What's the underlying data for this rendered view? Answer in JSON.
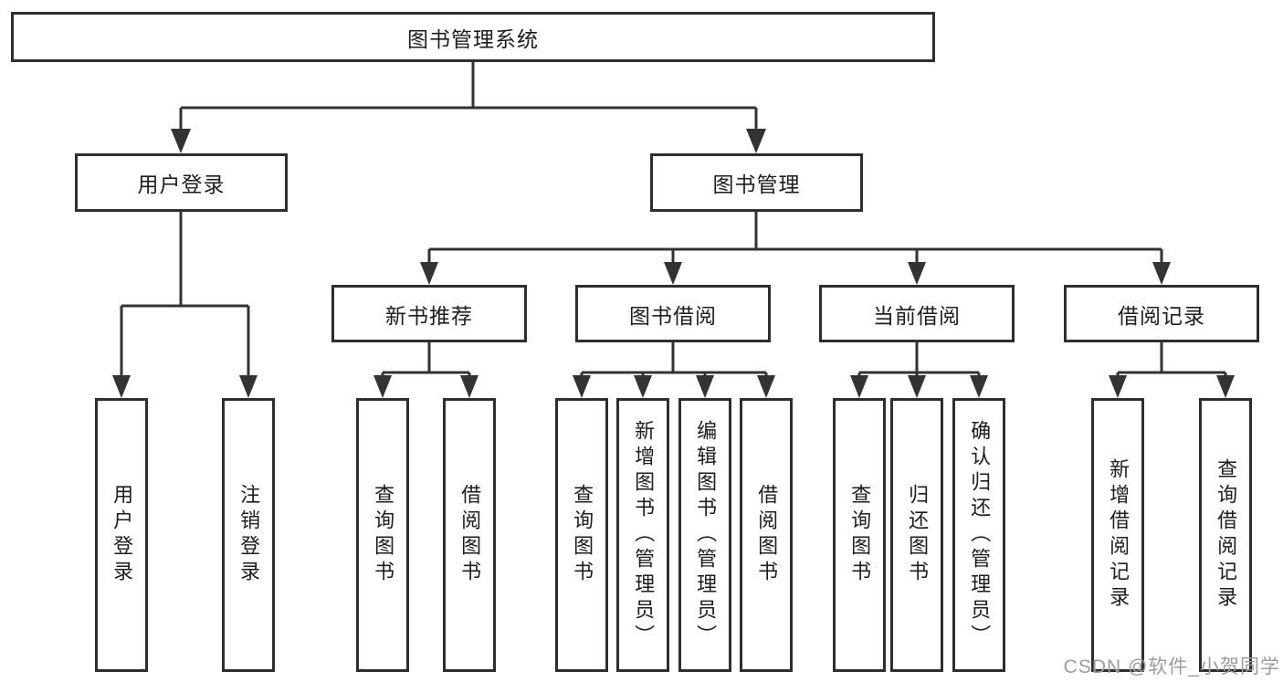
{
  "tree": {
    "root": "图书管理系统",
    "children": [
      {
        "label": "用户登录",
        "leaves": [
          "用户登录",
          "注销登录"
        ]
      },
      {
        "label": "图书管理",
        "groups": [
          {
            "label": "新书推荐",
            "leaves": [
              "查询图书",
              "借阅图书"
            ]
          },
          {
            "label": "图书借阅",
            "leaves": [
              "查询图书",
              "新增图书（管理员）",
              "编辑图书（管理员）",
              "借阅图书"
            ]
          },
          {
            "label": "当前借阅",
            "leaves": [
              "查询图书",
              "归还图书",
              "确认归还（管理员）"
            ]
          },
          {
            "label": "借阅记录",
            "leaves": [
              "新增借阅记录",
              "查询借阅记录"
            ]
          }
        ]
      }
    ]
  },
  "watermark": {
    "text": "CSDN @软件_小贺同学"
  },
  "colors": {
    "line": "#333333",
    "box_border": "#2e2e2e",
    "text": "#1d1d1d",
    "watermark": "#9c9c9c",
    "background": "#ffffff"
  }
}
